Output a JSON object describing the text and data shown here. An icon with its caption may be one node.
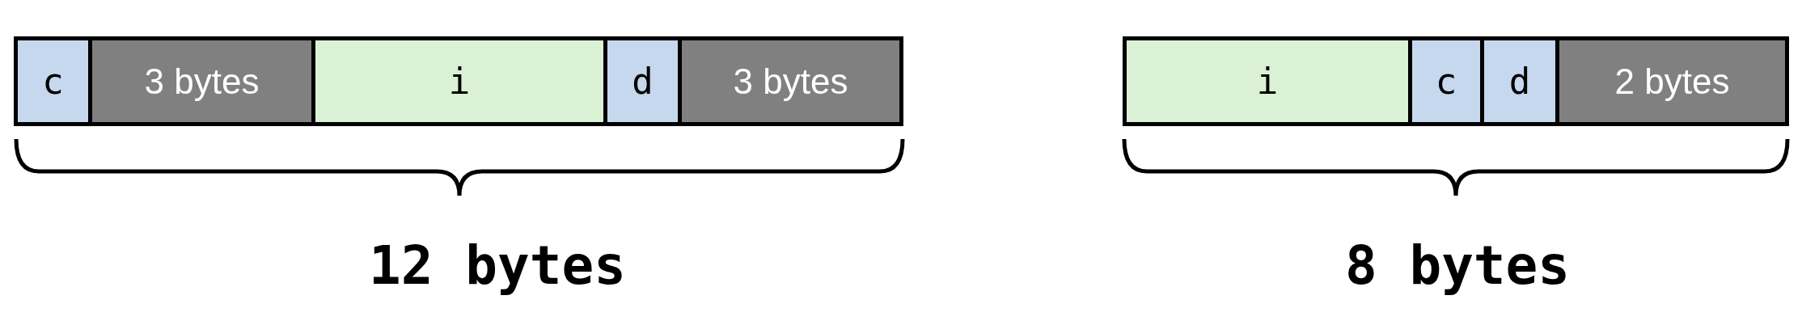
{
  "diagram": {
    "nodes": [
      {
        "text": [
          "c"
        ]
      },
      {
        "text": [
          "3 bytes"
        ]
      },
      {
        "text": [
          "i"
        ]
      },
      {
        "text": [
          "d"
        ]
      },
      {
        "text": [
          "3 bytes"
        ]
      },
      {
        "text": [
          "i"
        ]
      },
      {
        "text": [
          "c"
        ]
      },
      {
        "text": [
          "d"
        ]
      },
      {
        "text": [
          "2 bytes"
        ]
      }
    ],
    "labels": [
      "12 bytes",
      "8 bytes"
    ]
  }
}
